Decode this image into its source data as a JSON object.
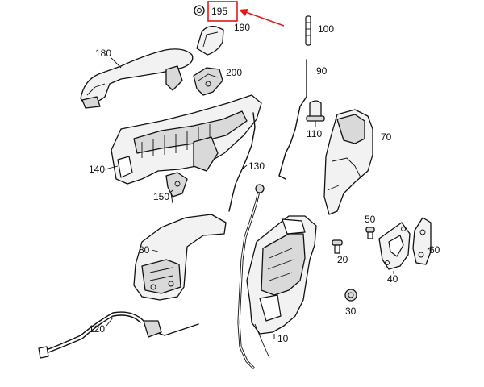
{
  "diagram": {
    "highlight": {
      "label": "195",
      "color": "#e01818"
    },
    "labels": {
      "p190": "190",
      "p100": "100",
      "p180": "180",
      "p90": "90",
      "p200": "200",
      "p110": "110",
      "p70": "70",
      "p140": "140",
      "p130": "130",
      "p150": "150",
      "p50": "50",
      "p80": "80",
      "p60": "60",
      "p20": "20",
      "p40": "40",
      "p30": "30",
      "p120": "120",
      "p10": "10"
    }
  }
}
